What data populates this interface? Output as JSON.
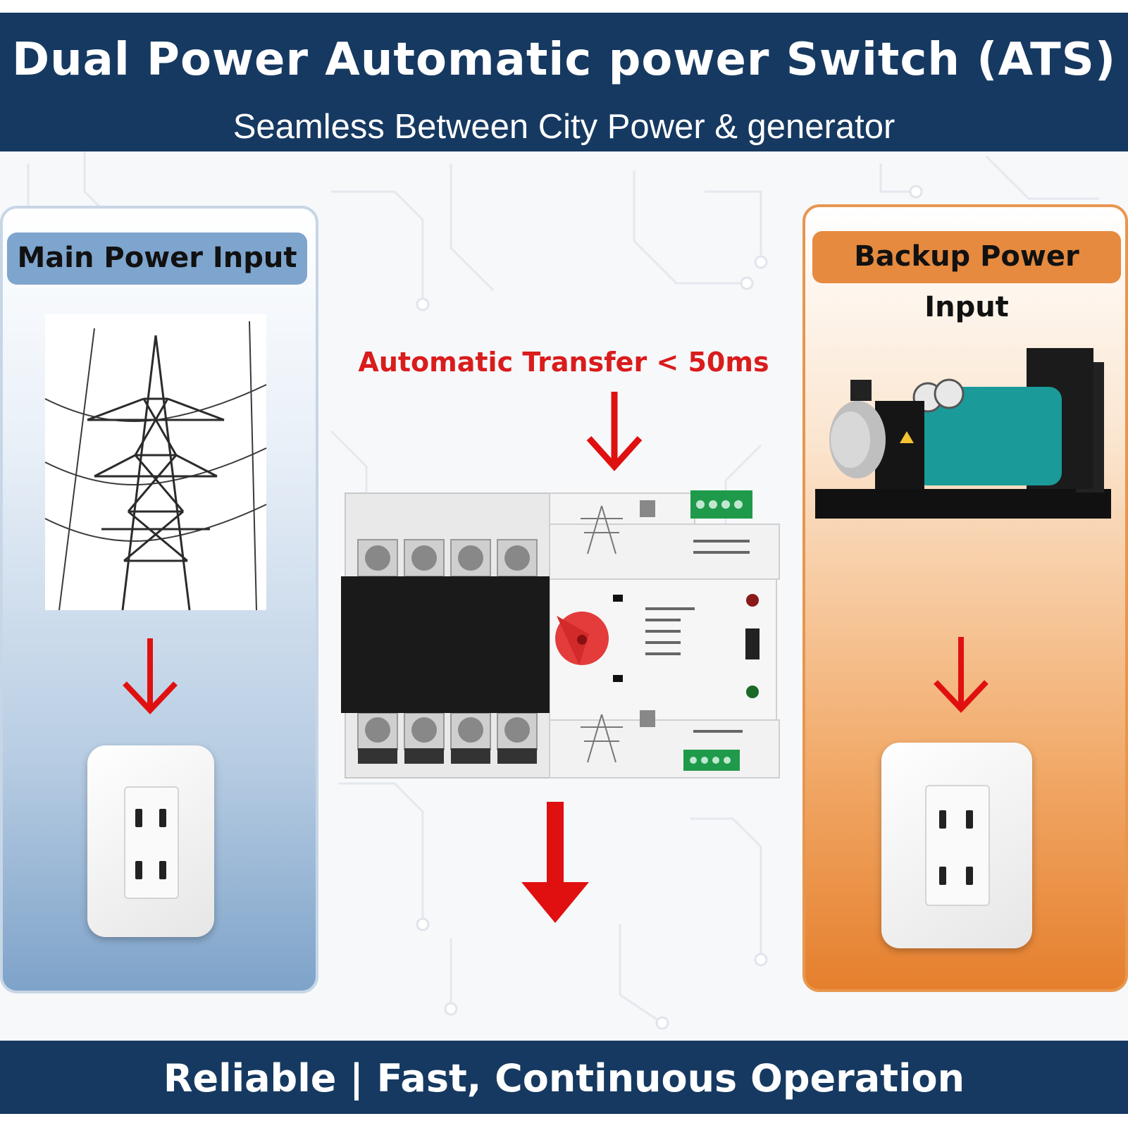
{
  "header": {
    "title": "Dual Power Automatic power Switch (ATS)",
    "subtitle": "Seamless Between City Power & generator"
  },
  "left_panel": {
    "label": "Main Power Input",
    "image": "transmission-tower",
    "accent": "#7ea5cd"
  },
  "right_panel": {
    "label": "Backup Power Input",
    "image": "diesel-generator",
    "accent": "#e68a3f"
  },
  "center": {
    "transfer_label": "Automatic Transfer < 50ms",
    "device": "ats-switch",
    "arrow_color": "#e01010"
  },
  "footer": {
    "text": "Reliable | Fast, Continuous Operation"
  },
  "colors": {
    "banner": "#163961",
    "arrow": "#e01010"
  }
}
